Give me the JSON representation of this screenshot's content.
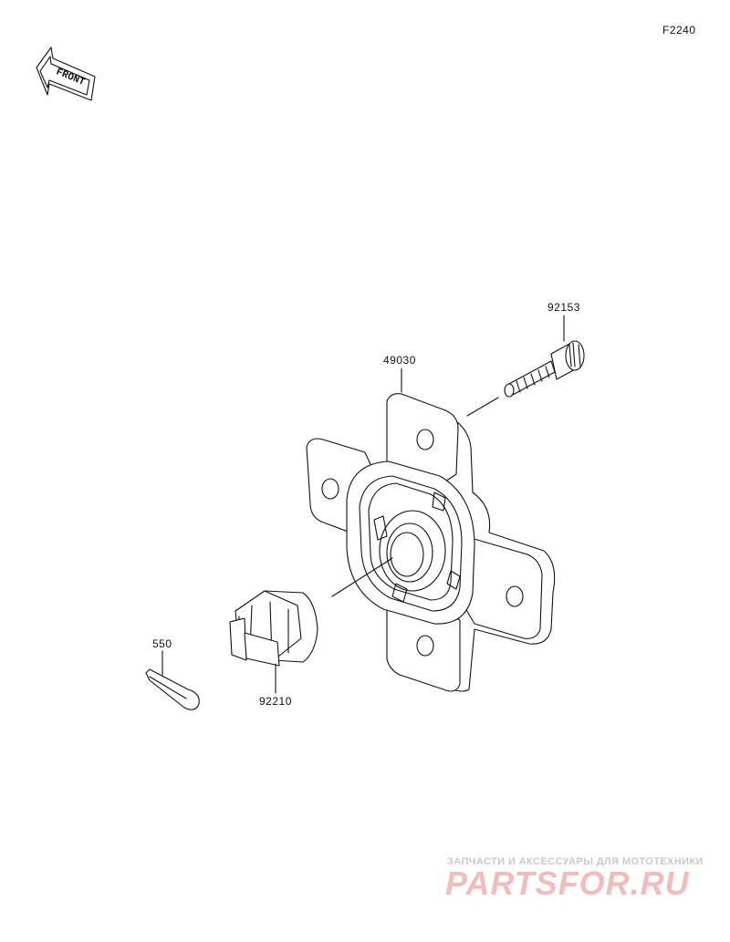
{
  "figure_code": "F2240",
  "front_badge": "FRONT",
  "callouts": {
    "stud": "92153",
    "hub": "49030",
    "cotter_pin": "550",
    "castle_nut": "92210"
  },
  "watermark": {
    "subtitle": "ЗАПЧАСТИ И АКСЕССУАРЫ ДЛЯ МОТОТЕХНИКИ",
    "logo": "PARTSFOR.RU"
  },
  "colors": {
    "line": "#111111",
    "watermark_red": "#f1bcbc",
    "watermark_gray": "#c9c9c9"
  }
}
